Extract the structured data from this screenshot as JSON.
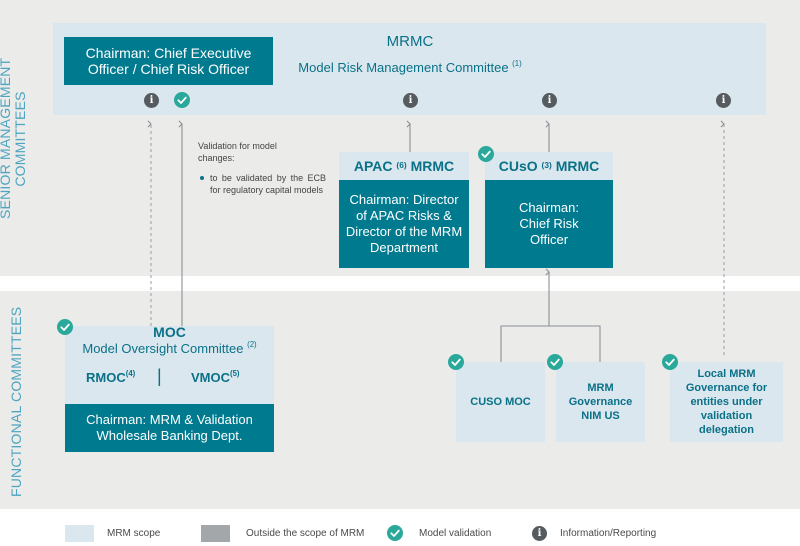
{
  "labels": {
    "senior_line1": "SENIOR MANAGEMENT",
    "senior_line2": "COMMITTEES",
    "functional": "FUNCTIONAL COMMITTEES"
  },
  "mrmc": {
    "chairman": "Chairman: Chief Executive Officer / Chief Risk Officer",
    "title": "MRMC",
    "subtitle": "Model Risk Management Committee",
    "subtitle_note": "(1)"
  },
  "validation_note": {
    "heading": "Validation for model changes:",
    "bullet": "to be validated by the ECB for regulatory capital models"
  },
  "apac": {
    "title_pre": "APAC",
    "title_note": "(6)",
    "title_post": "MRMC",
    "chairman": "Chairman: Director of APAC Risks & Director of the MRM Department"
  },
  "cuso": {
    "title_pre": "CUsO",
    "title_note": "(3)",
    "title_post": "MRMC",
    "chairman": "Chairman: Chief Risk Officer"
  },
  "moc": {
    "title": "MOC",
    "subtitle": "Model Oversight Committee",
    "subtitle_note": "(2)",
    "rmoc": "RMOC",
    "rmoc_note": "(4)",
    "separator": "|",
    "vmoc": "VMOC",
    "vmoc_note": "(5)",
    "chairman": "Chairman: MRM & Validation Wholesale Banking Dept."
  },
  "functional_boxes": {
    "cuso_moc": "CUSO MOC",
    "mrm_gov_nim": "MRM Governance NIM US",
    "local_mrm": "Local MRM Governance for entities under validation delegation"
  },
  "icons": {
    "info_glyph": "i",
    "info": "info-icon",
    "check": "check-icon"
  },
  "legend": {
    "mrm_scope": "MRM scope",
    "outside": "Outside the scope of MRM",
    "validation": "Model validation",
    "info": "Information/Reporting"
  },
  "colors": {
    "teal": "#007a8f",
    "light_blue": "#dae7ef",
    "band_gray": "#ebebea",
    "check_green": "#2aa89a",
    "info_dark": "#555b5e",
    "label_blue": "#4da5c1"
  }
}
